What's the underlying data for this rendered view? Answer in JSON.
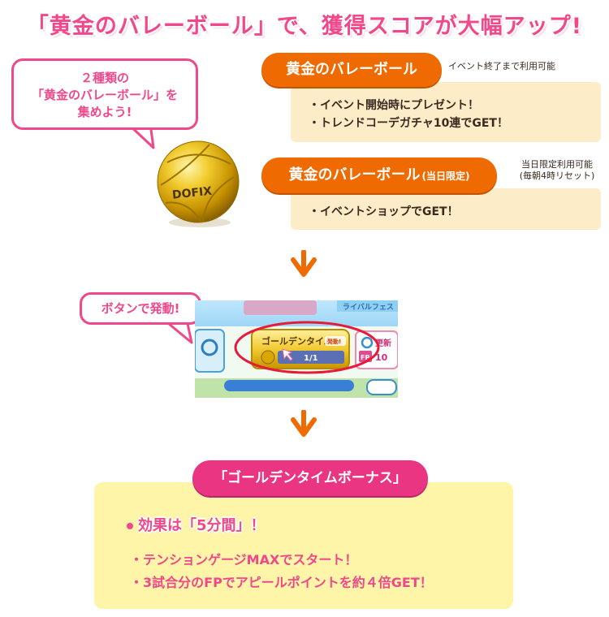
{
  "headline": "「黄金のバレーボール」で、獲得スコアが大幅アップ!",
  "bubble_collect": {
    "line1": "２種類の",
    "line2": "「黄金のバレーボール」を",
    "line3": "集めよう!"
  },
  "ball": {
    "logo": "DOFIX"
  },
  "item1": {
    "label": "黄金のバレーボール",
    "note": "イベント終了まで利用可能",
    "lines": [
      "・イベント開始時にプレゼント！",
      "・トレンドコーデガチャ10連でGET！"
    ]
  },
  "item2": {
    "label": "黄金のバレーボール",
    "label_suffix": "(当日限定)",
    "note_line1": "当日限定利用可能",
    "note_line2": "(毎朝4時リセット)",
    "lines": [
      "・イベントショップでGET！"
    ]
  },
  "bubble_button": "ボタンで発動!",
  "game_ui": {
    "button_label": "ゴールデンタイム",
    "button_tag": "発動!",
    "counter": "1/1",
    "refresh_label": "更新",
    "fp_label": "FP",
    "fp_value": "10",
    "top_label": "ライバルフェス"
  },
  "bonus": {
    "title": "「ゴールデンタイムボーナス」",
    "lead": "効果は「5分間」！",
    "lines": [
      "・テンションゲージMAXでスタート！",
      "・3試合分のFPでアピールポイントを約４倍GET！"
    ]
  },
  "colors": {
    "pink": "#f0488a",
    "orange": "#ef6a00",
    "beige": "#fdecc8",
    "yellow": "#fef5a8",
    "gold": "#d9a800"
  }
}
